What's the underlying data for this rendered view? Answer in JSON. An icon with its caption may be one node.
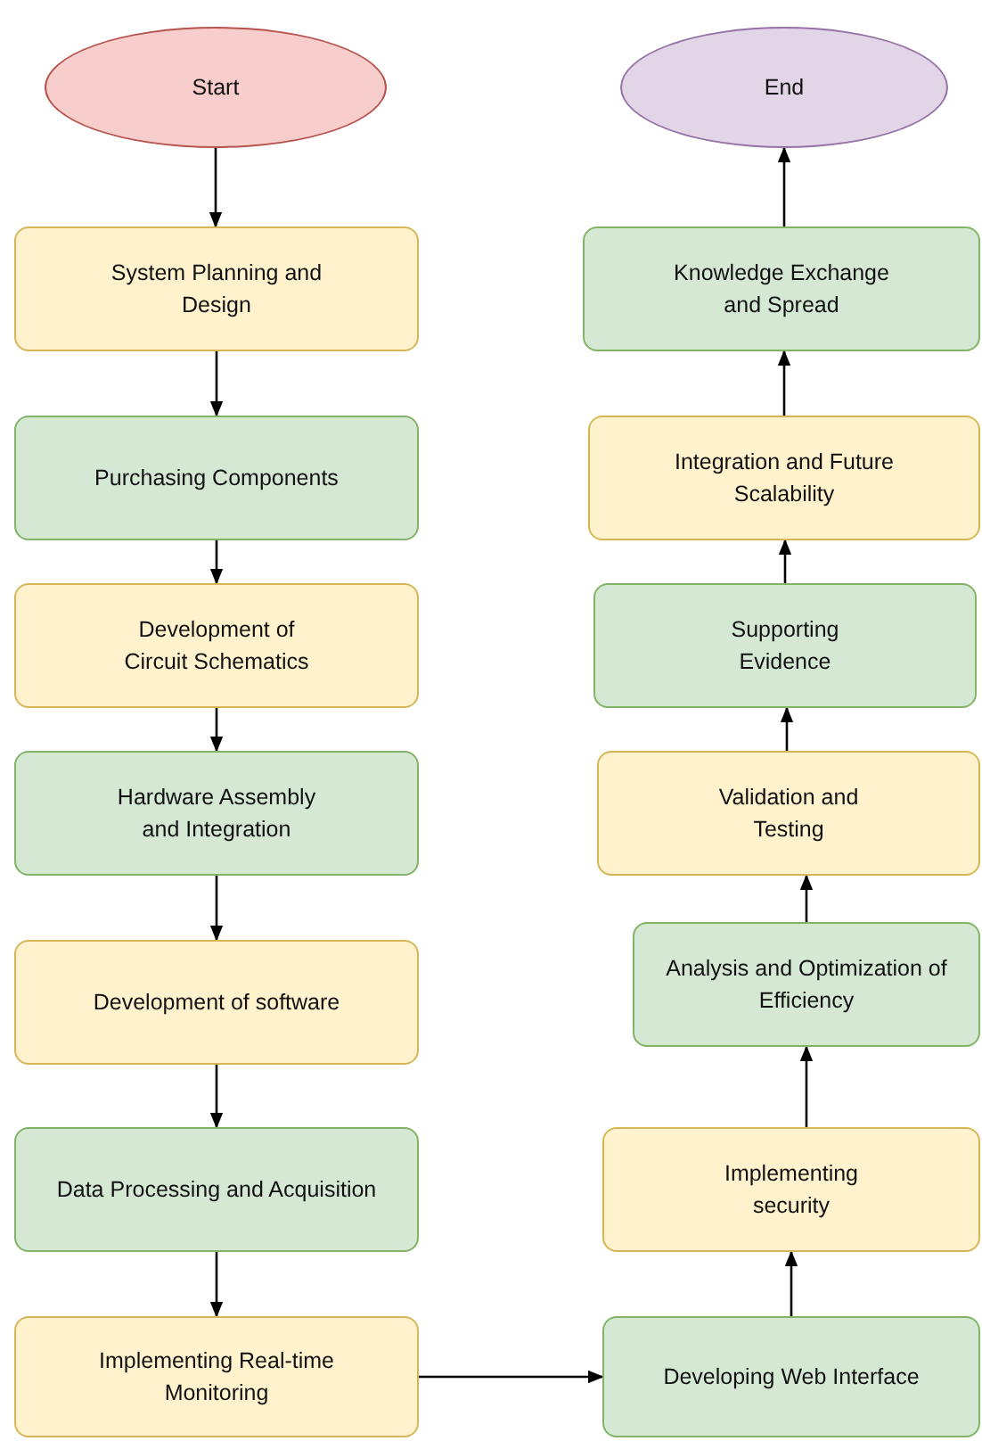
{
  "diagram": {
    "nodes": [
      {
        "text": [
          "Start"
        ]
      },
      {
        "text": [
          "System Planning and Design"
        ]
      },
      {
        "text": [
          "Purchasing Components"
        ]
      },
      {
        "text": [
          "Development of Circuit Schematics"
        ]
      },
      {
        "text": [
          "Hardware Assembly and Integration"
        ]
      },
      {
        "text": [
          "Development of software"
        ]
      },
      {
        "text": [
          "Data Processing and Acquisition"
        ]
      },
      {
        "text": [
          "Implementing Real-time Monitoring"
        ]
      },
      {
        "text": [
          "Developing Web Interface"
        ]
      },
      {
        "text": [
          "Implementing security"
        ]
      },
      {
        "text": [
          "Analysis and Optimization of Efficiency"
        ]
      },
      {
        "text": [
          "Validation and Testing"
        ]
      },
      {
        "text": [
          "Supporting Evidence"
        ]
      },
      {
        "text": [
          "Integration and Future Scalability"
        ]
      },
      {
        "text": [
          "Knowledge Exchange and Spread"
        ]
      },
      {
        "text": [
          "End"
        ]
      }
    ],
    "edges": [
      {
        "from": 0,
        "to": 1,
        "arrow": "to"
      },
      {
        "from": 1,
        "to": 2,
        "arrow": "to"
      },
      {
        "from": 2,
        "to": 3,
        "arrow": "to"
      },
      {
        "from": 3,
        "to": 4,
        "arrow": "to"
      },
      {
        "from": 4,
        "to": 5,
        "arrow": "to"
      },
      {
        "from": 5,
        "to": 6,
        "arrow": "to"
      },
      {
        "from": 6,
        "to": 7,
        "arrow": "to"
      },
      {
        "from": 7,
        "to": 8,
        "arrow": "to"
      },
      {
        "from": 8,
        "to": 9,
        "arrow": "to"
      },
      {
        "from": 9,
        "to": 10,
        "arrow": "to"
      },
      {
        "from": 10,
        "to": 11,
        "arrow": "to"
      },
      {
        "from": 11,
        "to": 12,
        "arrow": "to"
      },
      {
        "from": 12,
        "to": 13,
        "arrow": "to"
      },
      {
        "from": 13,
        "to": 14,
        "arrow": "to"
      },
      {
        "from": 14,
        "to": 15,
        "arrow": "to"
      }
    ]
  }
}
